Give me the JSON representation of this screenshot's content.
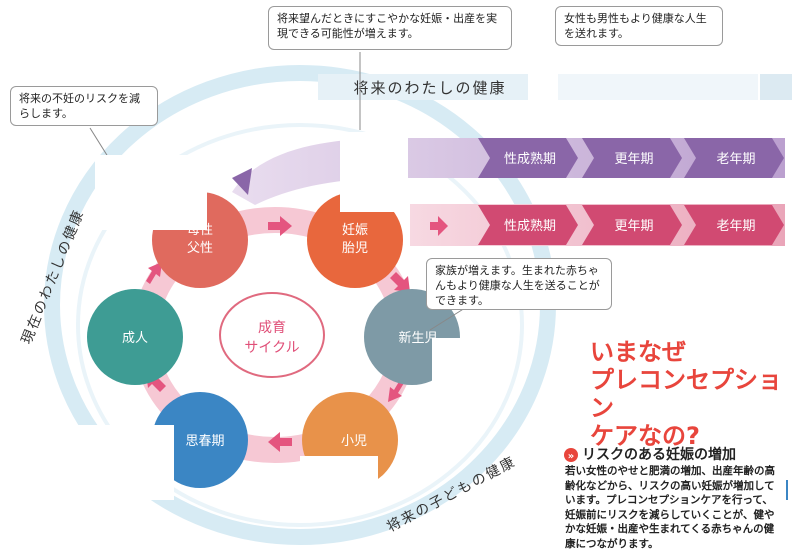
{
  "callouts": {
    "top_center": "将来望んだときにすこやかな妊娠・出産を実現できる可能性が増えます。",
    "top_right": "女性も男性もより健康な人生を送れます。",
    "left": "将来の不妊のリスクを減らします。",
    "family": "家族が増えます。生まれた赤ちゃんもより健康な人生を送ることができます。"
  },
  "bands": {
    "future_health": "将来のわたしの健康",
    "current_health": "現在のわたしの健康",
    "children_health": "将来の子どもの健康"
  },
  "stages_upper": [
    "性成熟期",
    "更年期",
    "老年期"
  ],
  "stages_lower": [
    "性成熟期",
    "更年期",
    "老年期"
  ],
  "cycle": {
    "center": "成育サイクル",
    "nodes": {
      "parent": "母性父性",
      "pregnancy": "妊娠胎児",
      "newborn": "新生児",
      "child": "小児",
      "adolescent": "思春期",
      "adult": "成人"
    }
  },
  "headline": "いまなぜプレコンセプションケアなの?",
  "risk": {
    "title": "リスクのある妊娠の増加",
    "body": "若い女性のやせと肥満の増加、出産年齢の高齢化などから、リスクの高い妊娠が増加しています。プレコンセプションケアを行って、妊娠前にリスクを減らしていくことが、健やかな妊娠・出産や生まれてくる赤ちゃんの健康につながります。"
  },
  "colors": {
    "band_blue": "#cfe6f1",
    "arrow_purple": "#8a66a8",
    "arrow_pink": "#d14a72",
    "parent": "#e06a5e",
    "pregnancy": "#e8673d",
    "newborn": "#7e9aa6",
    "child": "#e8924a",
    "adolescent": "#3b86c4",
    "adult": "#3e9c94",
    "headline": "#e8453c"
  }
}
